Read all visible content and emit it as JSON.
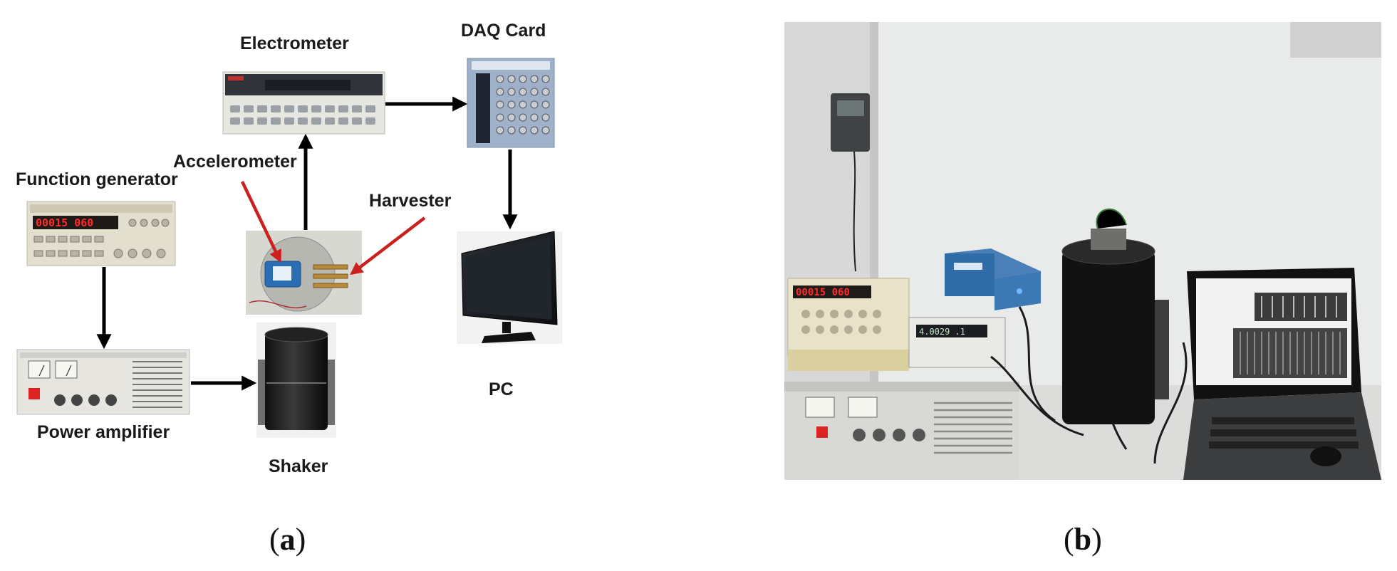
{
  "panel_a": {
    "labels": {
      "electrometer": "Electrometer",
      "daq_card": "DAQ Card",
      "accelerometer": "Accelerometer",
      "function_generator": "Function generator",
      "harvester": "Harvester",
      "power_amplifier": "Power amplifier",
      "shaker": "Shaker",
      "pc": "PC"
    },
    "displays": {
      "function_generator": "00015  060",
      "electrometer_small": "",
      "power_amp": ""
    },
    "caption_open": "(",
    "caption_letter": "a",
    "caption_close": ")"
  },
  "panel_b": {
    "caption_open": "(",
    "caption_letter": "b",
    "caption_close": ")",
    "photo_fg_display": "00015  060",
    "photo_meter_display": "4.0029  .1"
  },
  "colors": {
    "arrow": "#000000",
    "pointer_arrow": "#cc1f1f",
    "led_red": "#ff2a2a",
    "instrument_panel": "#dcdcd6",
    "wall": "#e6e7e6"
  }
}
